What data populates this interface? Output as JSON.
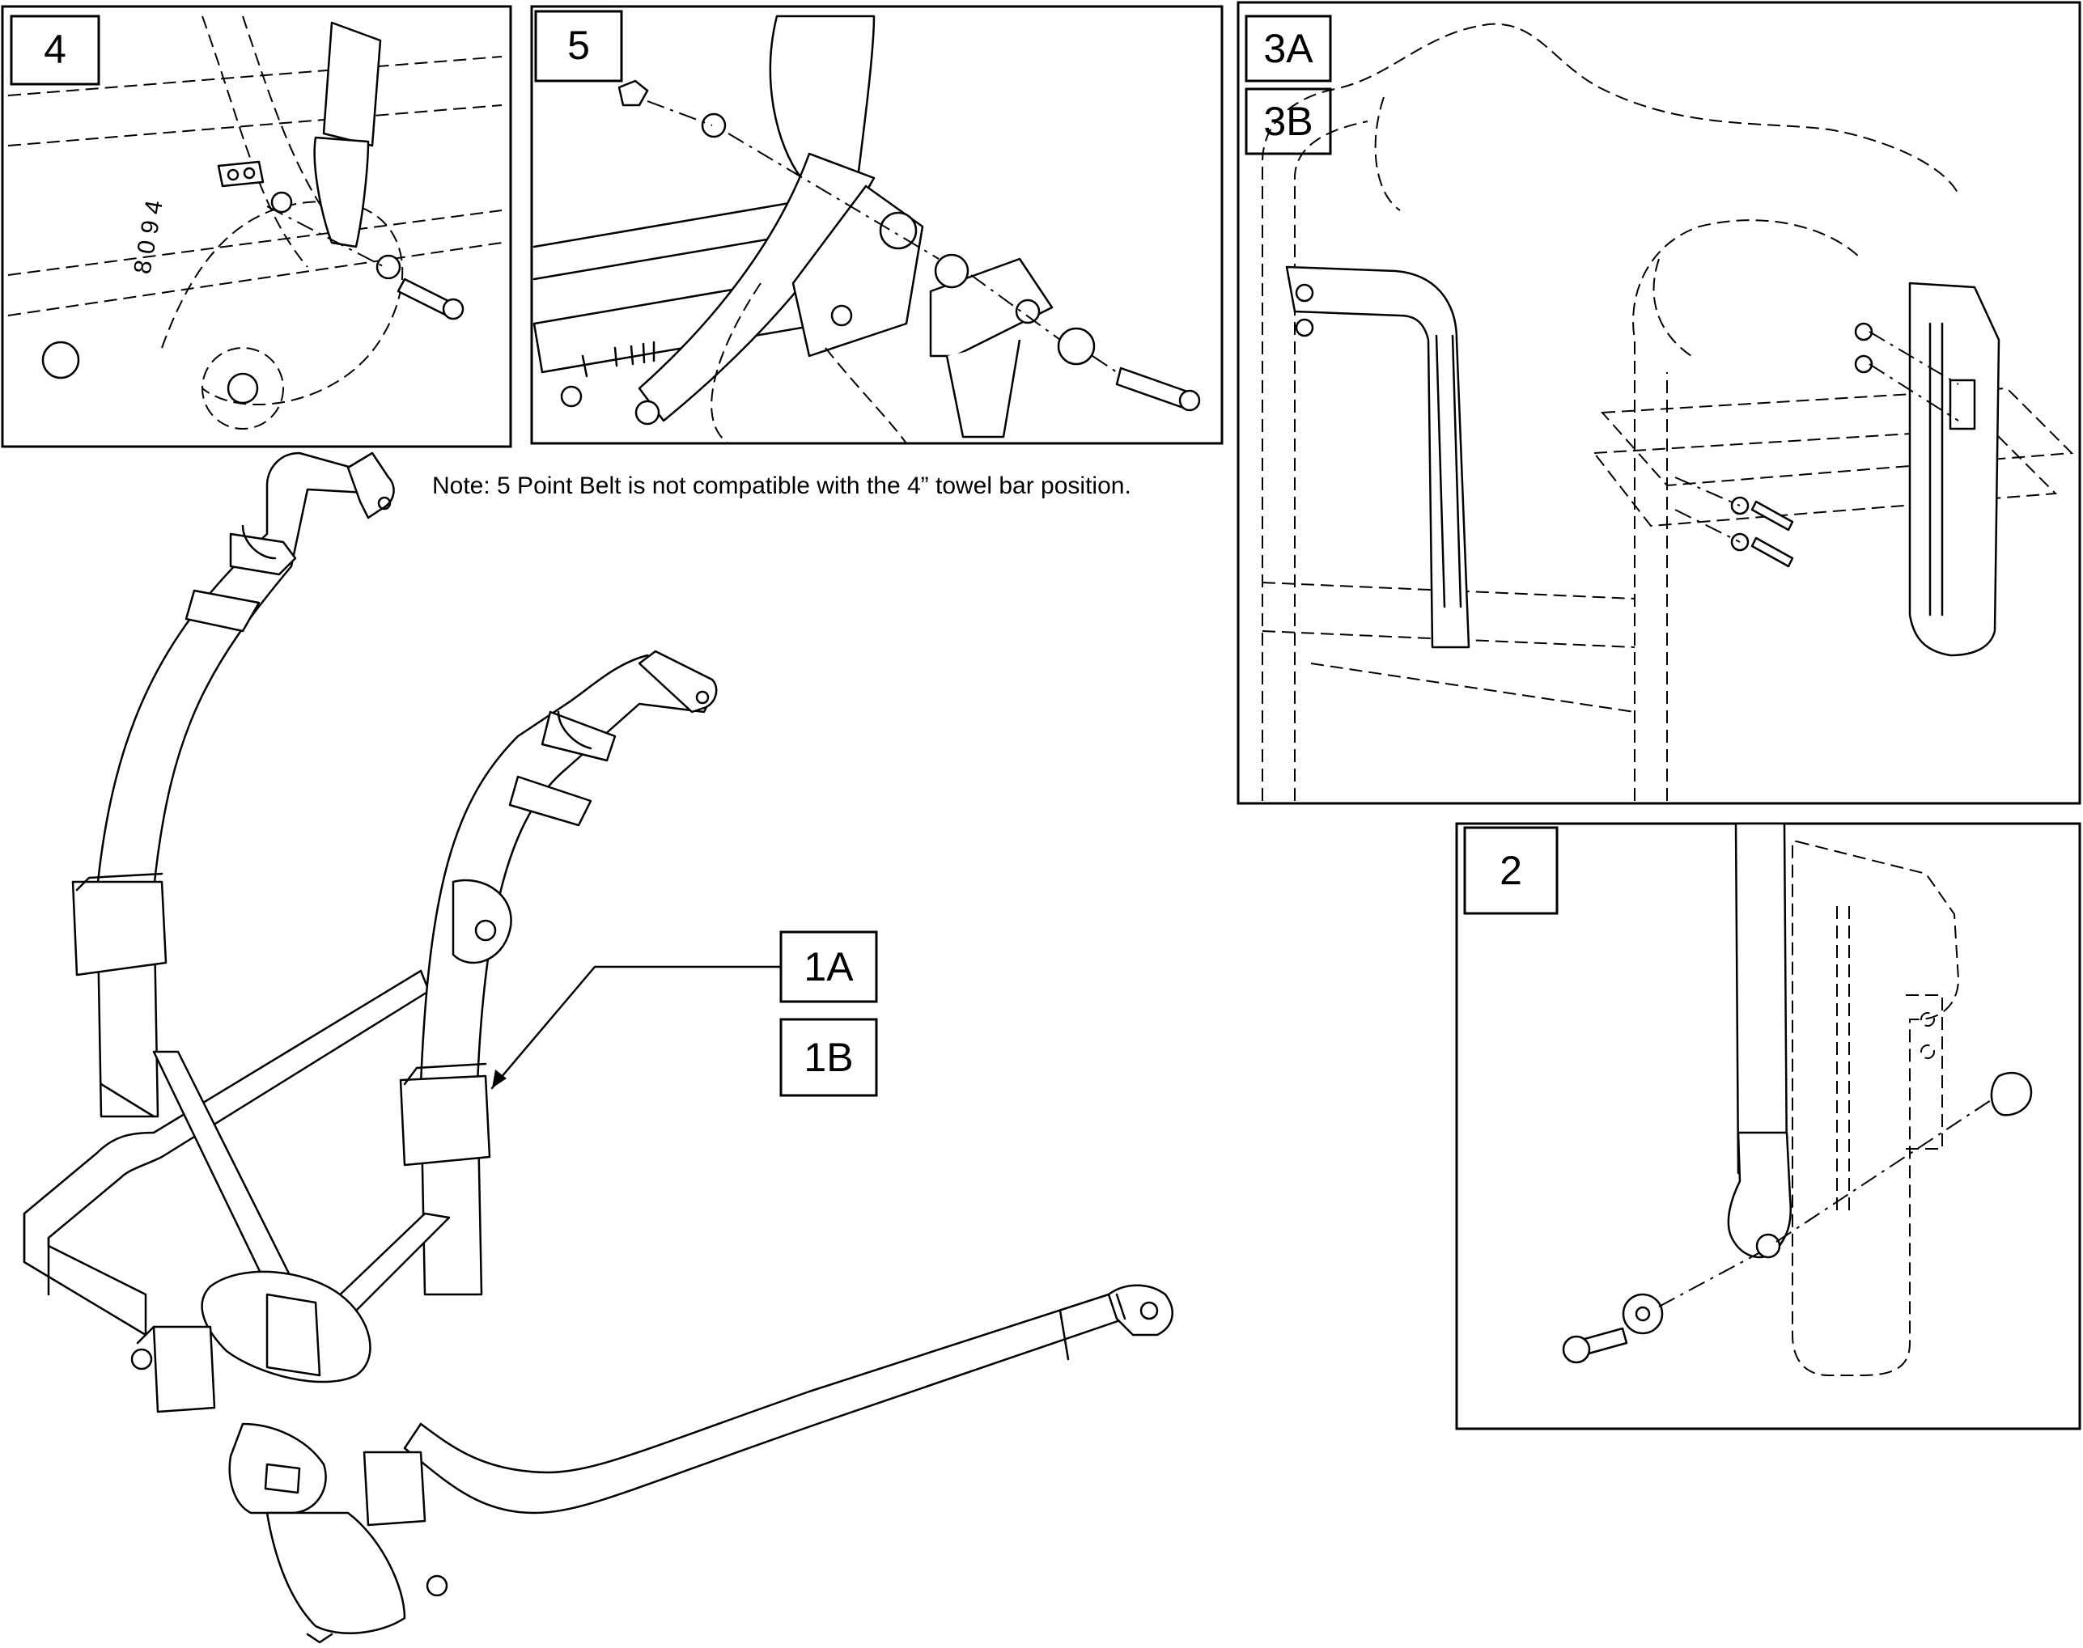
{
  "panels": {
    "panel_4": {
      "label": "4"
    },
    "panel_5": {
      "label": "5"
    },
    "panel_3": {
      "labels": [
        "3A",
        "3B"
      ]
    },
    "panel_2": {
      "label": "2"
    }
  },
  "callouts": {
    "main": [
      "1A",
      "1B"
    ]
  },
  "note": "Note: 5 Point Belt is not compatible with the 4” towel bar position.",
  "colors": {
    "line": "#000000",
    "background": "#ffffff"
  }
}
